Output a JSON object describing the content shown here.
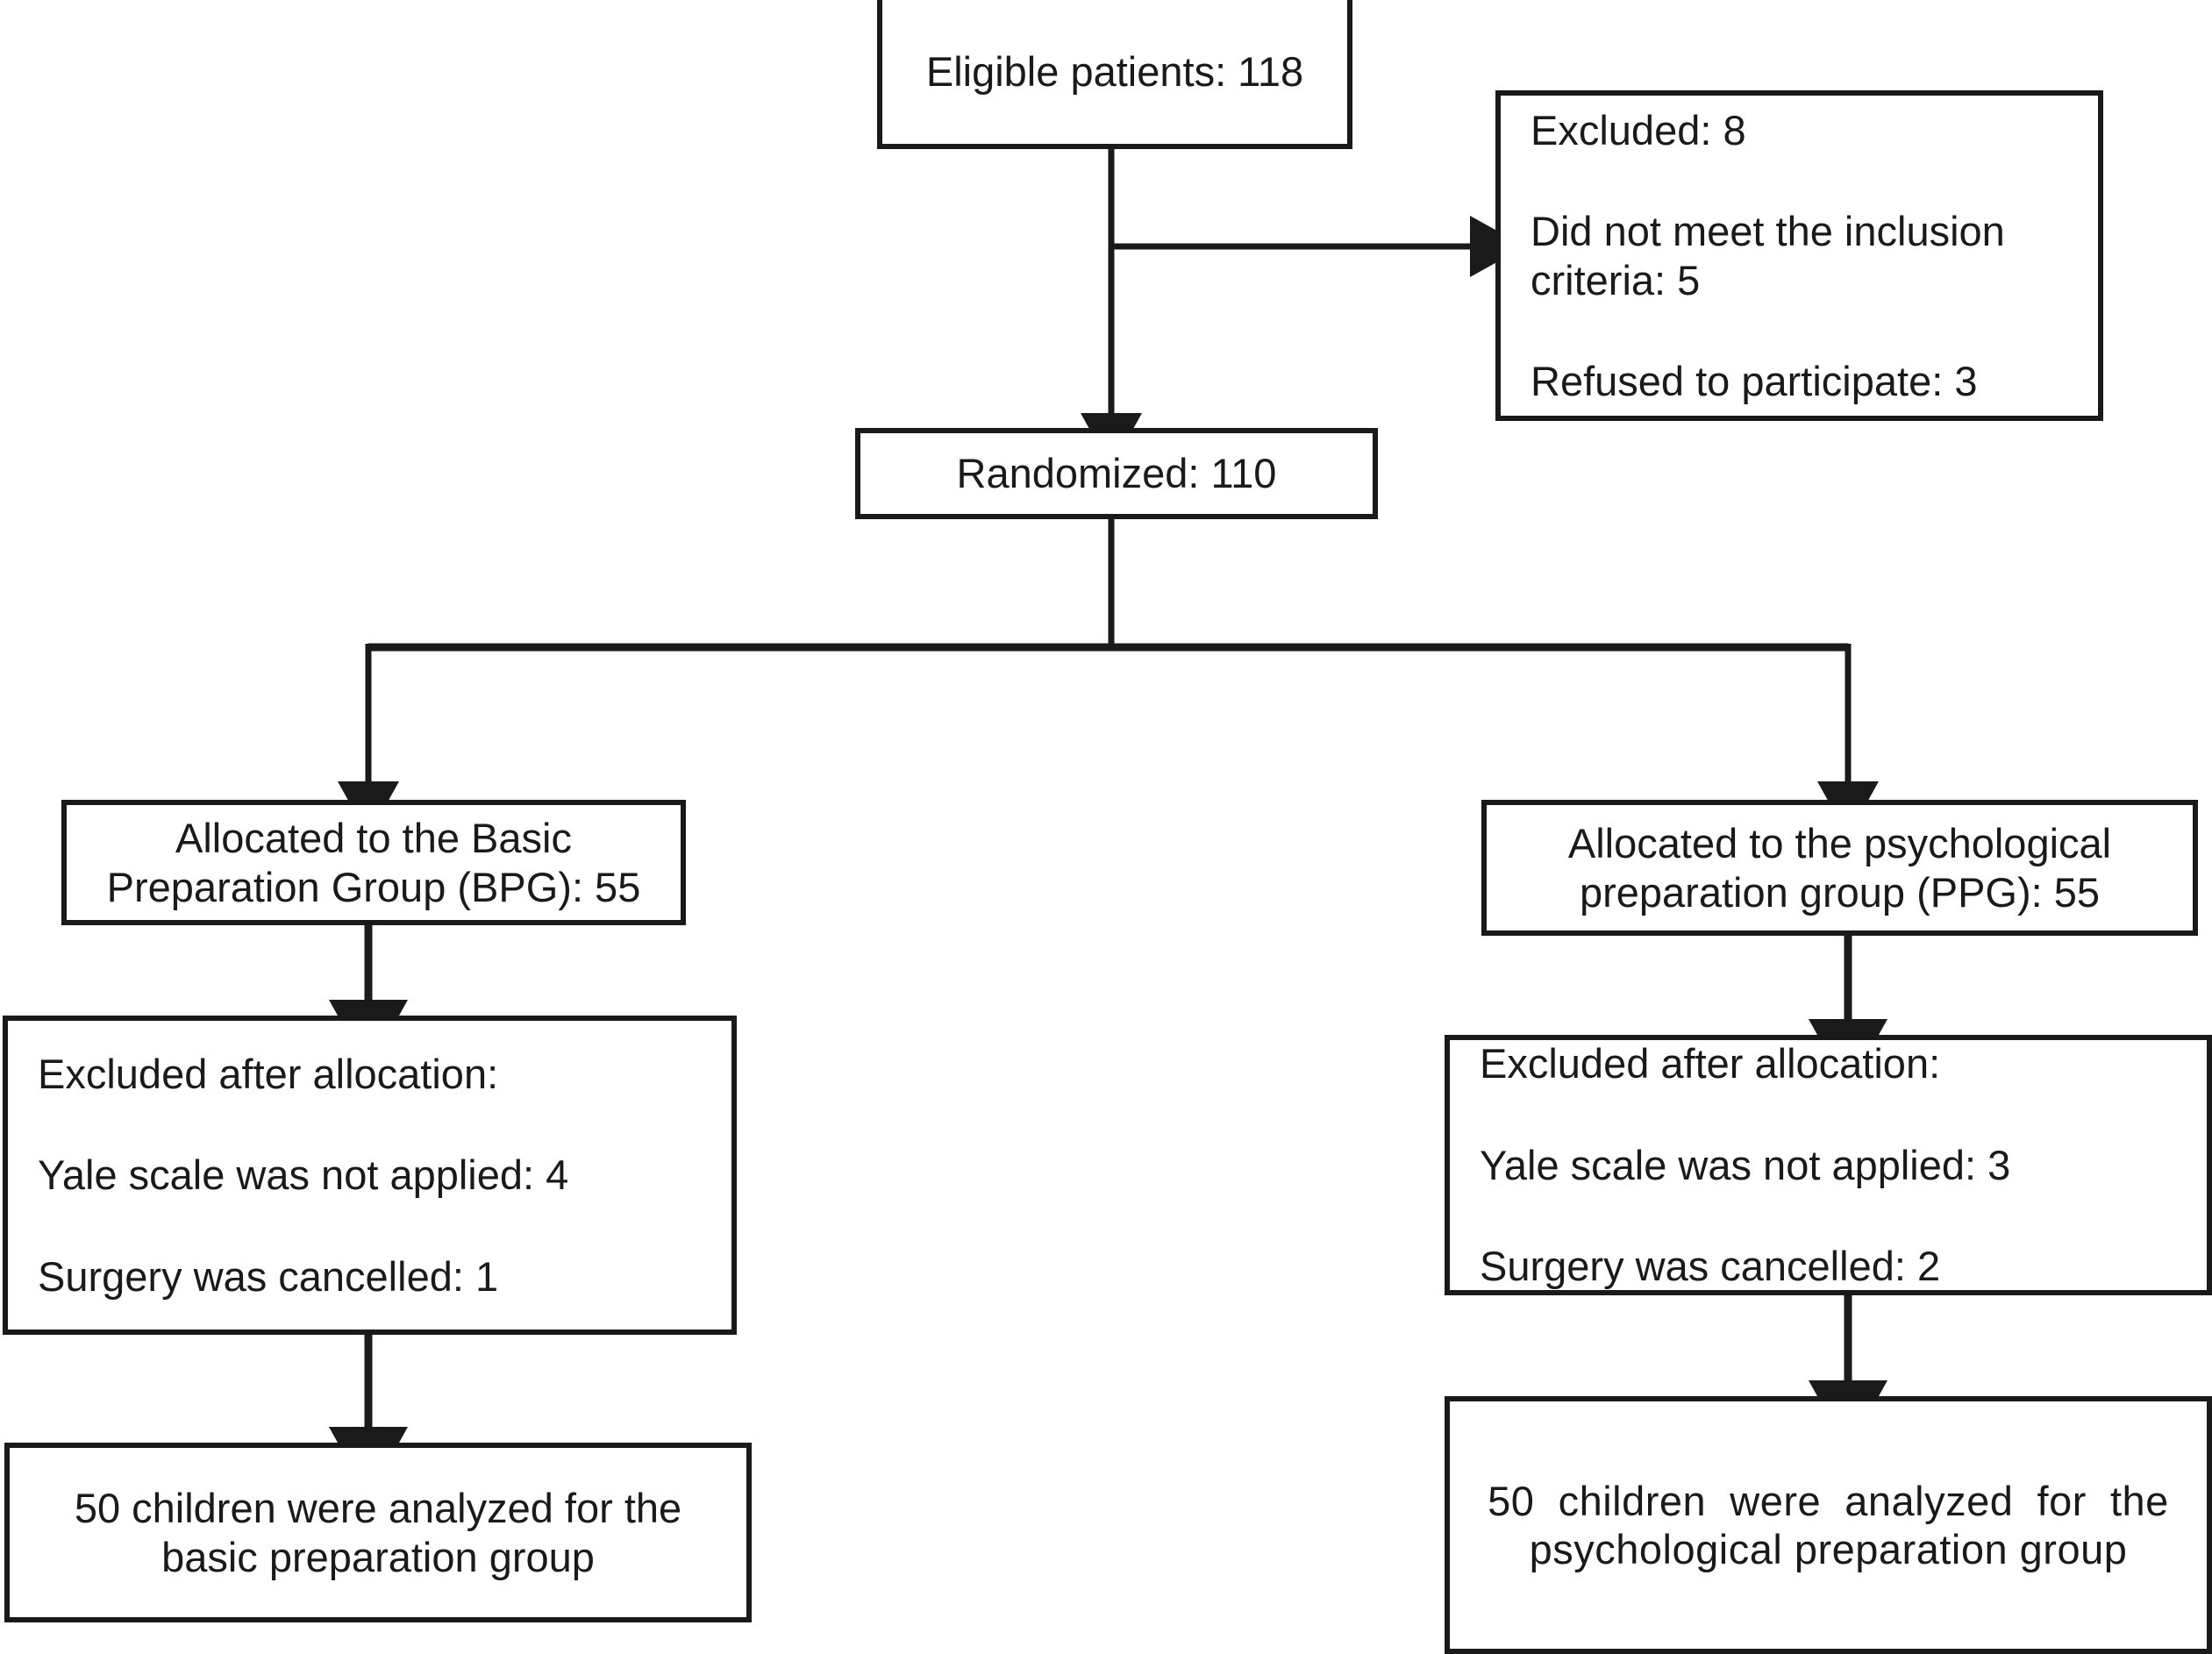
{
  "diagram": {
    "type": "consort-flow-diagram",
    "colors": {
      "stroke": "#1a1a1a",
      "fill": "#ffffff",
      "text": "#1a1a1a"
    },
    "nodes": {
      "eligible": {
        "label": "Eligible patients: 118",
        "value": 118
      },
      "excluded_pre": {
        "line1": "Excluded: 8",
        "line2": "Did not meet the inclusion",
        "line3": "criteria: 5",
        "line4": "Refused to participate: 3",
        "total": 8,
        "not_meeting_criteria": 5,
        "refused": 3
      },
      "randomized": {
        "label": "Randomized: 110",
        "value": 110
      },
      "alloc_bpg": {
        "line1": "Allocated to the Basic",
        "line2": "Preparation Group (BPG): 55",
        "value": 55
      },
      "alloc_ppg": {
        "line1": "Allocated to the psychological",
        "line2": "preparation group (PPG): 55",
        "value": 55
      },
      "excluded_bpg": {
        "line1": "Excluded after allocation:",
        "line2": "Yale scale was not applied: 4",
        "line3": "Surgery was cancelled: 1",
        "yale_not_applied": 4,
        "surgery_cancelled": 1
      },
      "excluded_ppg": {
        "line1": "Excluded after allocation:",
        "line2": "Yale scale was not applied: 3",
        "line3": "Surgery was cancelled: 2",
        "yale_not_applied": 3,
        "surgery_cancelled": 2
      },
      "analyzed_bpg": {
        "line1": "50 children were analyzed for the",
        "line2": "basic preparation group",
        "value": 50
      },
      "analyzed_ppg": {
        "line1": "50  children  were  analyzed  for  the",
        "line2": "psychological preparation group",
        "value": 50
      }
    }
  }
}
